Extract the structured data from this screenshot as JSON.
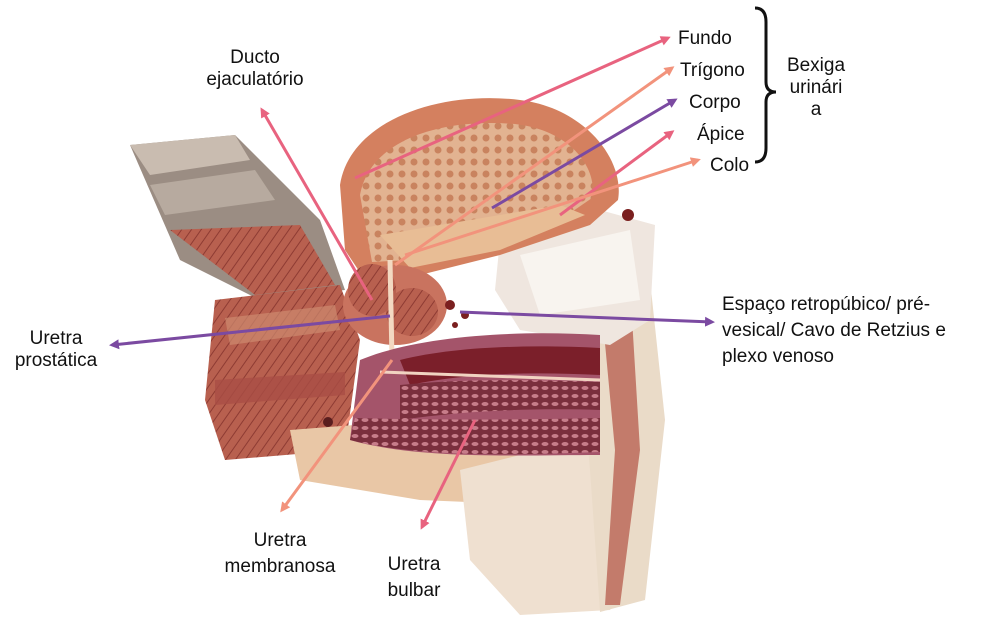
{
  "labels": {
    "ducto": [
      "Ducto",
      "ejaculatório"
    ],
    "fundo": "Fundo",
    "trigono": "Trígono",
    "corpo": "Corpo",
    "apice": "Ápice",
    "colo": "Colo",
    "bexiga": [
      "Bexiga",
      "urinári",
      "a"
    ],
    "espaco": [
      "Espaço retropúbico/ pré-",
      "vesical/ Cavo de Retzius e",
      "plexo venoso"
    ],
    "uretra_prostatica": [
      "Uretra",
      "prostática"
    ],
    "uretra_membranosa": [
      "Uretra",
      "membranosa"
    ],
    "uretra_bulbar": [
      "Uretra",
      "bulbar"
    ]
  },
  "colors": {
    "arrow_pink": "#e8637f",
    "arrow_salmon": "#f2937c",
    "arrow_purple": "#7b4aa1",
    "text": "#111111"
  }
}
